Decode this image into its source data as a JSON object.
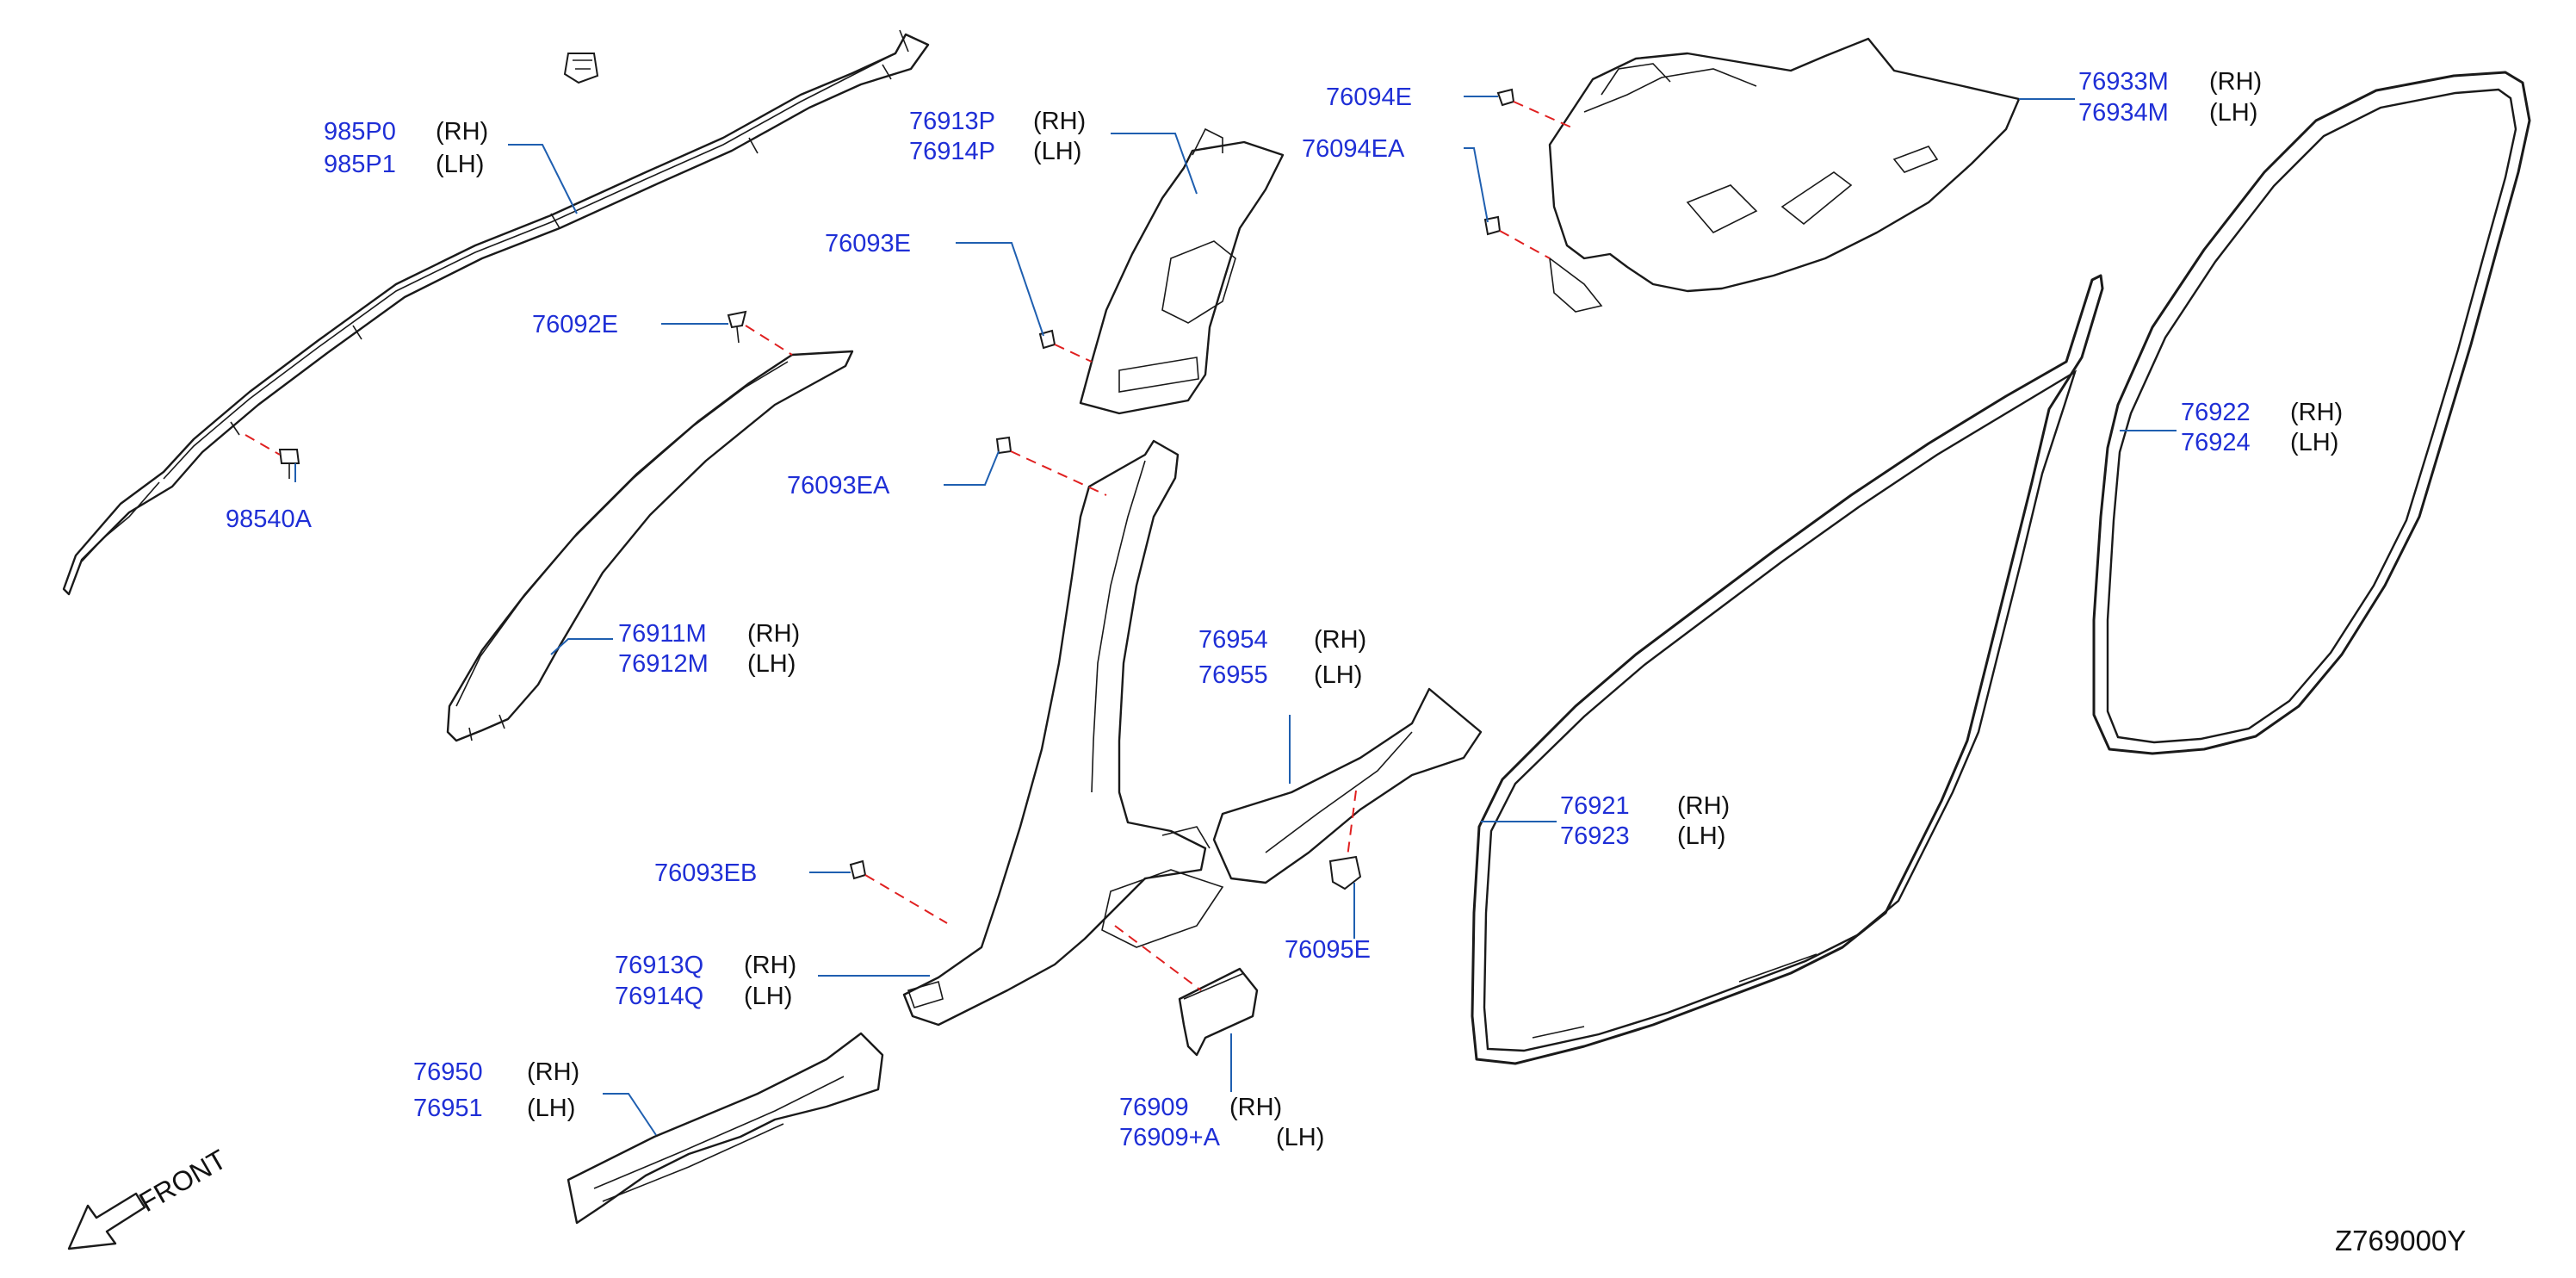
{
  "callouts": [
    {
      "id": "airbag",
      "numbers": [
        "985P0",
        "985P1"
      ],
      "sides": [
        "(RH)",
        "(LH)"
      ]
    },
    {
      "id": "a-pillar-garnish",
      "numbers": [
        "76911M",
        "76912M"
      ],
      "sides": [
        "(RH)",
        "(LH)"
      ]
    },
    {
      "id": "b-pillar-upper",
      "numbers": [
        "76913P",
        "76914P"
      ],
      "sides": [
        "(RH)",
        "(LH)"
      ]
    },
    {
      "id": "b-pillar-lower",
      "numbers": [
        "76913Q",
        "76914Q"
      ],
      "sides": [
        "(RH)",
        "(LH)"
      ]
    },
    {
      "id": "rear-side-trim",
      "numbers": [
        "76933M",
        "76934M"
      ],
      "sides": [
        "(RH)",
        "(LH)"
      ]
    },
    {
      "id": "rear-door-weatherstrip",
      "numbers": [
        "76922",
        "76924"
      ],
      "sides": [
        "(RH)",
        "(LH)"
      ]
    },
    {
      "id": "front-door-weatherstrip",
      "numbers": [
        "76921",
        "76923"
      ],
      "sides": [
        "(RH)",
        "(LH)"
      ]
    },
    {
      "id": "rear-kicking-plate",
      "numbers": [
        "76954",
        "76955"
      ],
      "sides": [
        "(RH)",
        "(LH)"
      ]
    },
    {
      "id": "front-kicking-plate",
      "numbers": [
        "76950",
        "76951"
      ],
      "sides": [
        "(RH)",
        "(LH)"
      ]
    },
    {
      "id": "cover",
      "numbers": [
        "76909",
        "76909+A"
      ],
      "sides": [
        "(RH)",
        "(LH)"
      ]
    }
  ],
  "single_labels": {
    "clip_76094E": "76094E",
    "clip_76094EA": "76094EA",
    "clip_76093E": "76093E",
    "clip_76092E": "76092E",
    "clip_76093EA": "76093EA",
    "clip_76093EB": "76093EB",
    "clip_76095E": "76095E",
    "bolt_98540A": "98540A"
  },
  "front_label": "FRONT",
  "diagram_code": "Z769000Y",
  "colors": {
    "part_number": "#1f2fd6",
    "leader": "#1f5fb0",
    "dash": "#e02020"
  }
}
